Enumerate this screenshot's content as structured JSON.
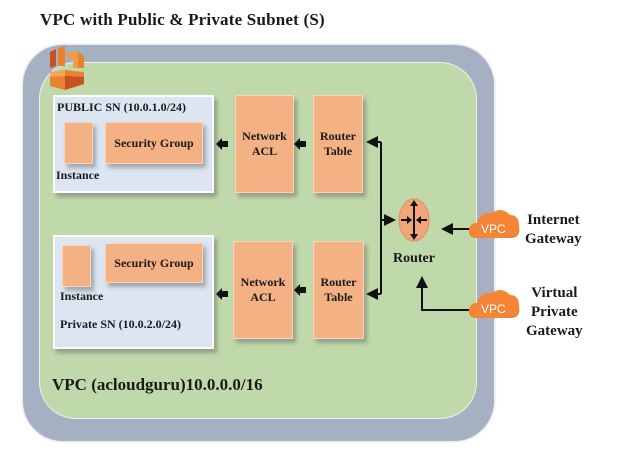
{
  "title": "VPC with Public & Private Subnet (S)",
  "vpc_label": "VPC (acloudguru)10.0.0.0/16",
  "public_subnet": {
    "label": "PUBLIC SN (10.0.1.0/24)",
    "instance_label": "Instance",
    "security_group_label": "Security Group"
  },
  "private_subnet": {
    "label": "Private SN (10.0.2.0/24)",
    "instance_label": "Instance",
    "security_group_label": "Security Group"
  },
  "network_acl": {
    "line1": "Network",
    "line2": "ACL"
  },
  "router_table": {
    "line1": "Router",
    "line2": "Table"
  },
  "router_label": "Router",
  "internet_gateway": {
    "icon_text": "VPC",
    "line1": "Internet",
    "line2": "Gateway"
  },
  "virtual_private_gateway": {
    "icon_text": "VPC",
    "line1": "Virtual",
    "line2": "Private",
    "line3": "Gateway"
  },
  "colors": {
    "outer": "#a6b0c3",
    "vpc_area": "#c0d9ab",
    "subnet": "#dce6f2",
    "component": "#f4b183",
    "aws_orange": "#f58536"
  }
}
